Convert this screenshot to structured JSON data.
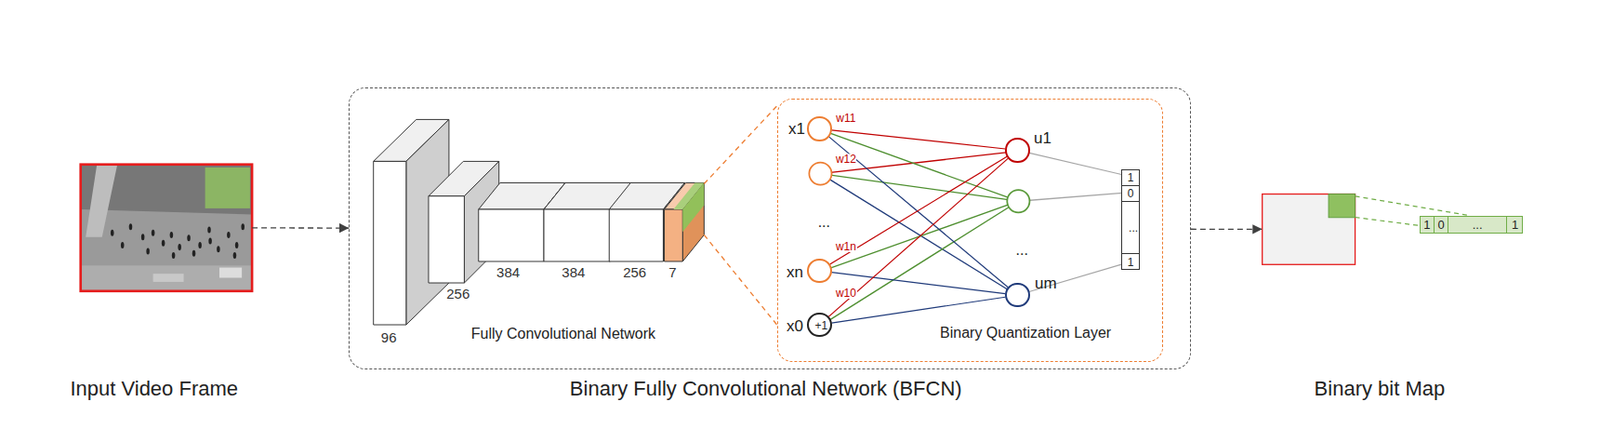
{
  "diagram": {
    "nodes": [
      {
        "text": [
          "Input Video Frame"
        ]
      },
      {
        "text": [
          "Binary Fully Convolutional Network (BFCN)"
        ]
      },
      {
        "text": [
          "Binary Quantization Layer"
        ],
        "in": 1
      },
      {
        "text": [
          "x1"
        ],
        "in": 2
      },
      {
        "text": [
          "xn"
        ],
        "in": 2
      },
      {
        "text": [
          "x0",
          "+1"
        ],
        "in": 2
      },
      {
        "text": [
          "u1"
        ],
        "in": 2
      },
      {
        "text": [
          "um"
        ],
        "in": 2
      },
      {
        "text": [
          "1",
          "0",
          "...",
          "1"
        ],
        "in": 2
      },
      {
        "text": [
          "Binary bit Map"
        ]
      },
      {
        "text": [
          "1",
          "0",
          "...",
          "1"
        ]
      }
    ],
    "edges": [
      {
        "from": 0,
        "to": 1,
        "arrow": "to"
      },
      {
        "from": 3,
        "to": 6,
        "label": "w11",
        "arrow": "none"
      },
      {
        "from": 3,
        "to": 7,
        "arrow": "none"
      },
      {
        "from": 4,
        "to": 6,
        "label": "w1n",
        "arrow": "none"
      },
      {
        "from": 4,
        "to": 7,
        "arrow": "none"
      },
      {
        "from": 5,
        "to": 6,
        "label": "w10",
        "arrow": "none"
      },
      {
        "from": 5,
        "to": 7,
        "arrow": "none"
      },
      {
        "from": 6,
        "to": 8,
        "arrow": "none"
      },
      {
        "from": 7,
        "to": 8,
        "arrow": "none"
      },
      {
        "from": 1,
        "to": 9,
        "arrow": "to"
      },
      {
        "from": 9,
        "to": 10,
        "arrow": "none"
      }
    ],
    "labels": [
      "96",
      "256",
      "384",
      "384",
      "256",
      "7",
      "Fully Convolutional Network",
      "w12",
      "...",
      "..."
    ]
  }
}
